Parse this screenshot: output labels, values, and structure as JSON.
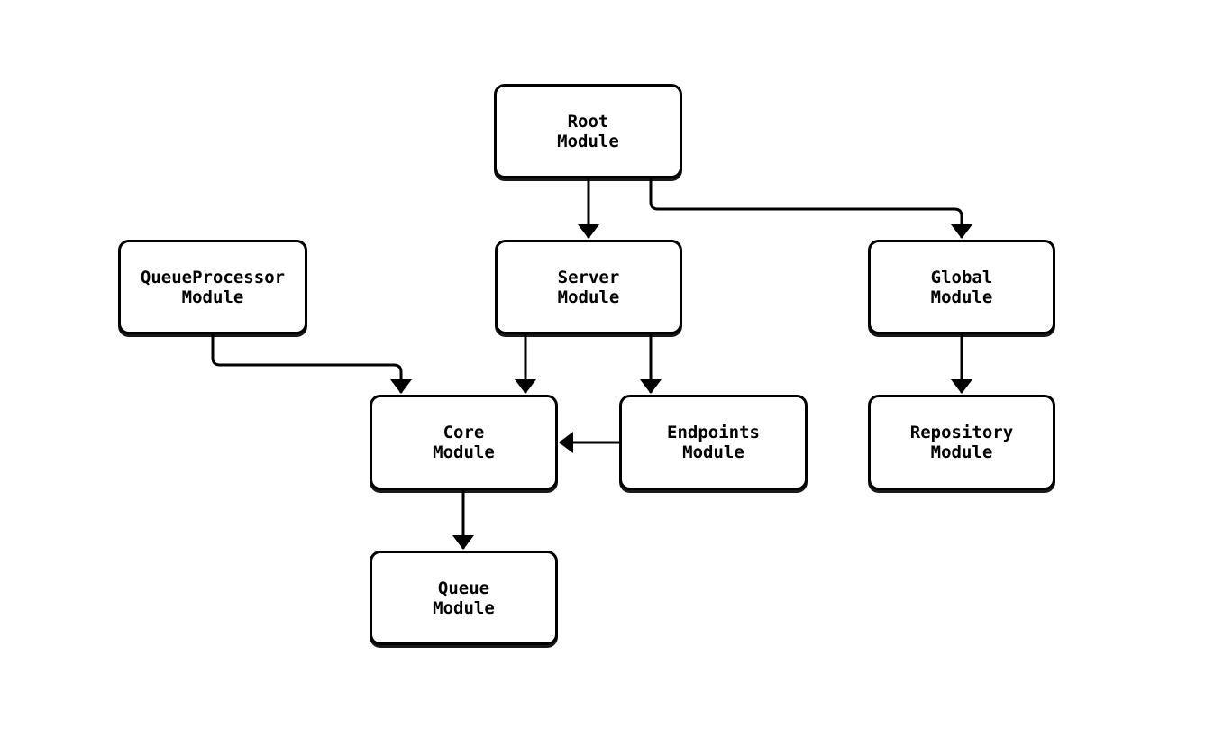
{
  "diagram": {
    "type": "module-dependency-flowchart",
    "background": "#ffffff",
    "colors": {
      "node_fill": "#ffffff",
      "node_border": "#000000",
      "edge": "#000000",
      "text": "#000000"
    },
    "nodes": [
      {
        "id": "root",
        "label": "Root\nModule"
      },
      {
        "id": "server",
        "label": "Server\nModule"
      },
      {
        "id": "queueprocessor",
        "label": "QueueProcessor\nModule"
      },
      {
        "id": "global",
        "label": "Global\nModule"
      },
      {
        "id": "core",
        "label": "Core\nModule"
      },
      {
        "id": "endpoints",
        "label": "Endpoints\nModule"
      },
      {
        "id": "repository",
        "label": "Repository\nModule"
      },
      {
        "id": "queue",
        "label": "Queue\nModule"
      }
    ],
    "edges": [
      {
        "from": "Root Module",
        "to": "Server Module"
      },
      {
        "from": "Root Module",
        "to": "Global Module"
      },
      {
        "from": "QueueProcessor Module",
        "to": "Core Module"
      },
      {
        "from": "Server Module",
        "to": "Core Module"
      },
      {
        "from": "Server Module",
        "to": "Endpoints Module"
      },
      {
        "from": "Endpoints Module",
        "to": "Core Module"
      },
      {
        "from": "Core Module",
        "to": "Queue Module"
      },
      {
        "from": "Global Module",
        "to": "Repository Module"
      }
    ]
  }
}
